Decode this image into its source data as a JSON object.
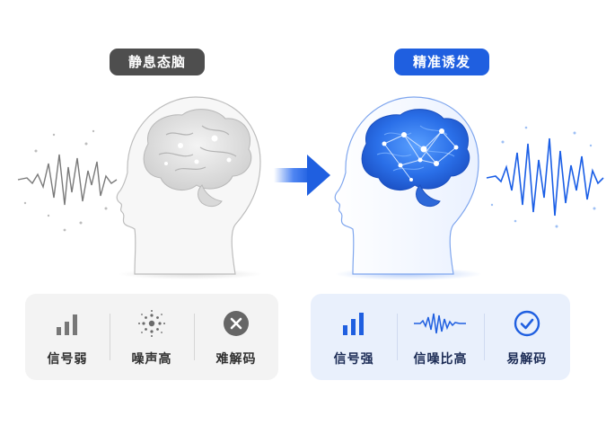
{
  "left": {
    "title": "静息态脑电",
    "features": [
      {
        "label": "信号弱",
        "icon": "signal-bars-weak-icon"
      },
      {
        "label": "噪声高",
        "icon": "noise-burst-icon"
      },
      {
        "label": "难解码",
        "icon": "close-circle-icon"
      }
    ]
  },
  "right": {
    "title": "精准诱发",
    "features": [
      {
        "label": "信号强",
        "icon": "signal-bars-strong-icon"
      },
      {
        "label": "信噪比高",
        "icon": "waveform-icon"
      },
      {
        "label": "易解码",
        "icon": "check-circle-icon"
      }
    ]
  },
  "colors": {
    "accent_blue": "#1f5fe0",
    "gray_dark": "#4e4e4e",
    "wave_gray": "#7a7a7a",
    "wave_blue": "#1a5ee6"
  }
}
